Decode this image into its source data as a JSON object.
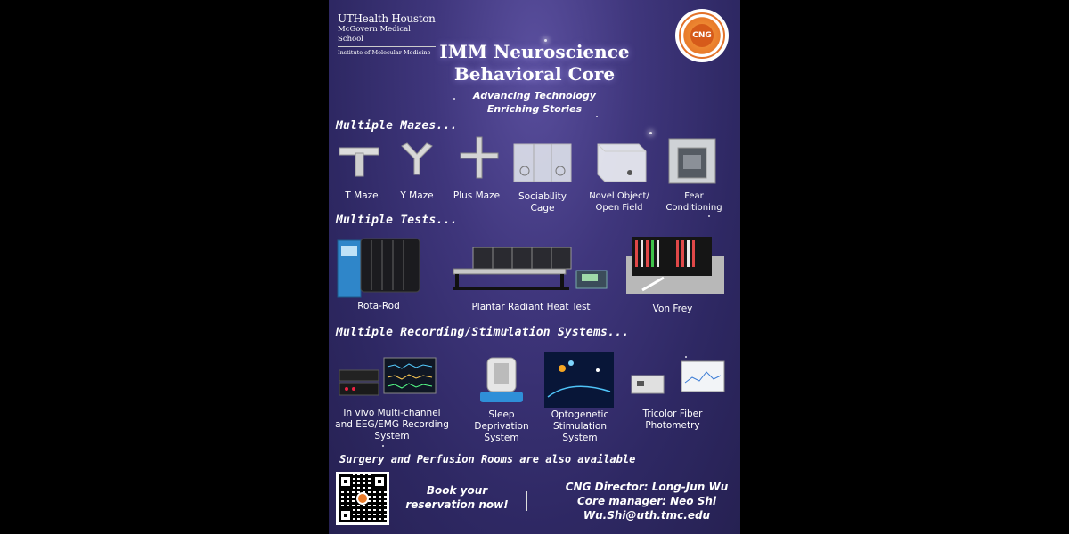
{
  "header": {
    "logo_line1": "UTHealth Houston",
    "logo_line2": "McGovern Medical School",
    "logo_line3": "Institute of Molecular Medicine",
    "seal_text": "CNG",
    "title_line1": "IMM Neuroscience",
    "title_line2": "Behavioral Core",
    "subtitle_line1": "Advancing Technology",
    "subtitle_line2": "Enriching Stories"
  },
  "mazes": {
    "heading": "Multiple Mazes...",
    "items": [
      {
        "label": "T Maze"
      },
      {
        "label": "Y Maze"
      },
      {
        "label": "Plus Maze"
      },
      {
        "label": "Sociability Cage"
      },
      {
        "label": "Novel Object/ Open Field"
      },
      {
        "label": "Fear Conditioning"
      }
    ]
  },
  "tests": {
    "heading": "Multiple Tests...",
    "items": [
      {
        "label": "Rota-Rod"
      },
      {
        "label": "Plantar Radiant Heat Test"
      },
      {
        "label": "Von Frey"
      }
    ]
  },
  "systems": {
    "heading": "Multiple Recording/Stimulation Systems...",
    "items": [
      {
        "label": "In vivo Multi-channel and EEG/EMG Recording System"
      },
      {
        "label": "Sleep Deprivation System"
      },
      {
        "label": "Optogenetic Stimulation System"
      },
      {
        "label": "Tricolor Fiber Photometry"
      }
    ]
  },
  "footer": {
    "surgery": "Surgery and Perfusion Rooms are also available",
    "book_line1": "Book your",
    "book_line2": "reservation now!",
    "director": "CNG Director: Long-Jun Wu",
    "manager": "Core manager: Neo Shi",
    "email": "Wu.Shi@uth.tmc.edu"
  },
  "colors": {
    "background_top": "#5a4f9e",
    "background_bottom": "#262152",
    "accent_orange": "#e87a2a"
  }
}
